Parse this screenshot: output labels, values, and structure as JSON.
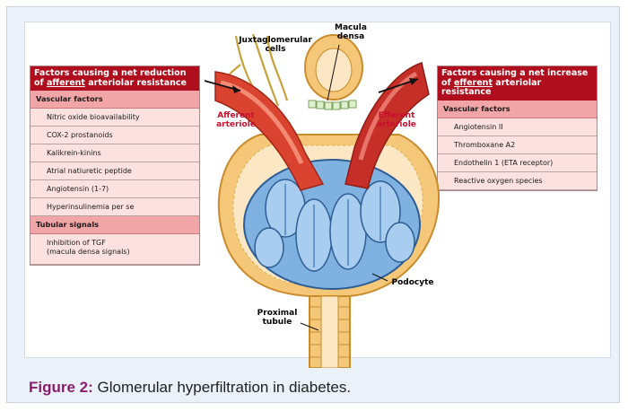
{
  "left_panel": {
    "title_line1": "Factors causing a net reduction",
    "title_prefix": "of ",
    "title_emph": "afferent",
    "title_suffix": " arteriolar resistance",
    "vascular_header": "Vascular factors",
    "vascular_items": [
      "Nitric oxide bioavailability",
      "COX-2 prostanoids",
      "Kalikrein-kinins",
      "Atrial natiuretic peptide",
      "Angiotensin (1-7)",
      "Hyperinsulinemia per se"
    ],
    "tubular_header": "Tubular signals",
    "tubular_items": [
      "Inhibition of TGF\n(macula densa signals)"
    ]
  },
  "right_panel": {
    "title_line1": "Factors causing a net increase",
    "title_prefix": "of ",
    "title_emph": "efferent",
    "title_suffix": " arteriolar resistance",
    "vascular_header": "Vascular factors",
    "vascular_items": [
      "Angiotensin II",
      "Thromboxane A2",
      "Endothelin 1 (ETA receptor)",
      "Reactive oxygen species"
    ]
  },
  "labels": {
    "juxtaglomerular": "Juxtaglomerular\ncells",
    "macula_densa": "Macula\ndensa",
    "afferent": "Afferent\narteriole",
    "efferent": "Efferent\narteriole",
    "podocyte": "Podocyte",
    "proximal": "Proximal\ntubule"
  },
  "caption": {
    "figure": "Figure 2:",
    "text": " Glomerular hyperfiltration in diabetes."
  },
  "colors": {
    "title_red": "#b00d1d",
    "header_pink": "#f2a5a7",
    "item_pink": "#fbe1df",
    "label_red": "#c8102e",
    "figure_purple": "#8c1d6e"
  }
}
